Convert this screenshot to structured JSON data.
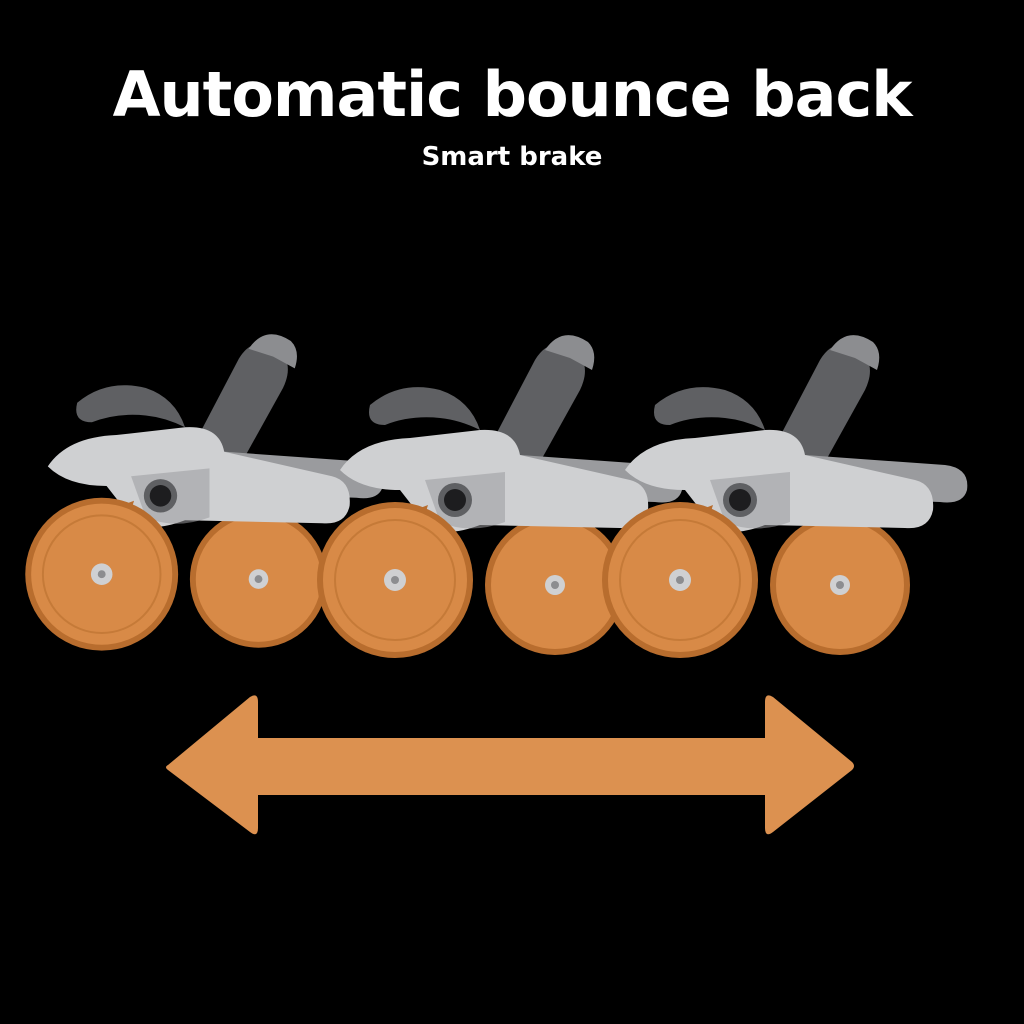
{
  "headline": "Automatic bounce back",
  "subheadline": "Smart brake",
  "illustration": {
    "product": "ab-roller-wheel",
    "stages": 3,
    "arrow": "double-headed-arrow"
  },
  "colors": {
    "background": "#000000",
    "text": "#ffffff",
    "wheel": "#d88a47",
    "wheel_dark": "#b86d2e",
    "frame": "#cfd0d2",
    "frame_shadow": "#9a9b9e",
    "handle": "#5f6063",
    "handle_light": "#8c8d90",
    "arrow": "#dc9150"
  }
}
